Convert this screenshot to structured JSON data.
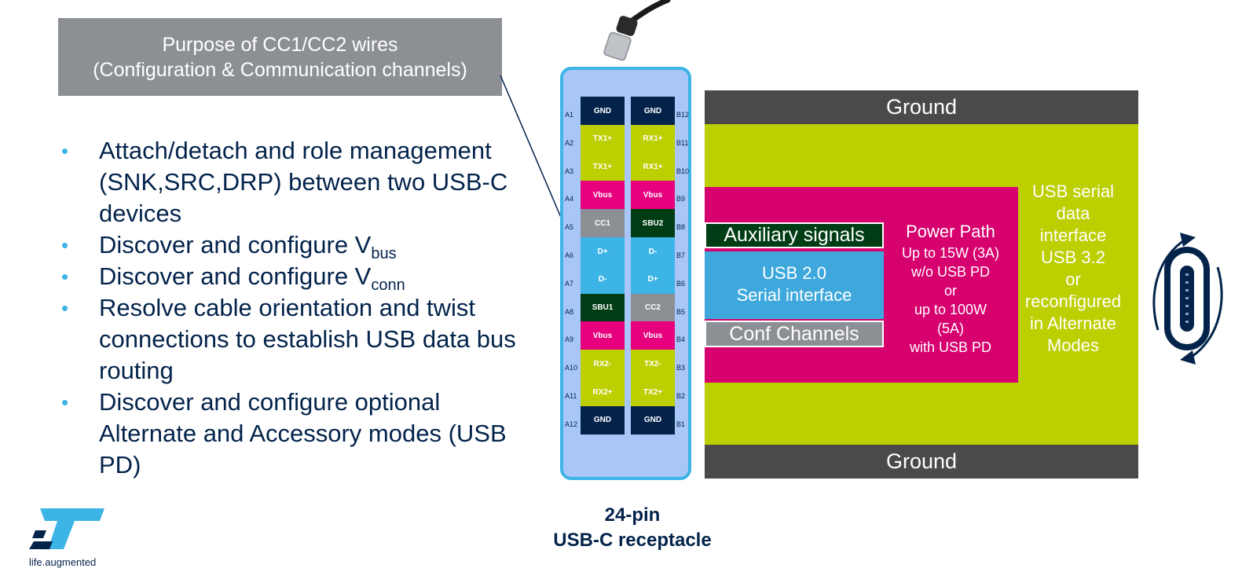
{
  "title_box": {
    "line1": "Purpose of CC1/CC2 wires",
    "line2": "(Configuration & Communication channels)"
  },
  "bullets": [
    {
      "text": "Attach/detach and role management (SNK,SRC,DRP) between two USB-C devices"
    },
    {
      "text": "Discover and configure V",
      "sub": "bus"
    },
    {
      "text": "Discover and configure V",
      "sub": "conn"
    },
    {
      "text": "Resolve cable orientation and twist connections to establish USB data bus routing"
    },
    {
      "text": "Discover and configure optional Alternate and Accessory modes (USB PD)"
    }
  ],
  "receptacle": {
    "left_labels": [
      "A1",
      "A2",
      "A3",
      "A4",
      "A5",
      "A6",
      "A7",
      "A8",
      "A9",
      "A10",
      "A11",
      "A12"
    ],
    "right_labels": [
      "B12",
      "B11",
      "B10",
      "B9",
      "B8",
      "B7",
      "B6",
      "B5",
      "B4",
      "B3",
      "B2",
      "B1"
    ],
    "left_pins": [
      "GND",
      "TX1+",
      "TX1+",
      "Vbus",
      "CC1",
      "D+",
      "D-",
      "SBU1",
      "Vbus",
      "RX2-",
      "RX2+",
      "GND"
    ],
    "right_pins": [
      "GND",
      "RX1+",
      "RX1+",
      "Vbus",
      "SBU2",
      "D-",
      "D+",
      "CC2",
      "Vbus",
      "TX2-",
      "TX2+",
      "GND"
    ],
    "caption_line1": "24-pin",
    "caption_line2": "USB-C receptacle"
  },
  "blocks": {
    "ground_top": "Ground",
    "ground_bottom": "Ground",
    "auxiliary": "Auxiliary signals",
    "usb20_line1": "USB 2.0",
    "usb20_line2": "Serial interface",
    "conf_channels": "Conf Channels",
    "power_path": [
      "Power Path",
      "Up to 15W (3A)",
      "w/o USB PD",
      "or",
      "up to 100W",
      "(5A)",
      "with USB PD"
    ],
    "usb_serial": [
      "USB serial",
      "data",
      "interface",
      "USB 3.2",
      "or",
      "reconfigured",
      "in Alternate",
      "Modes"
    ]
  },
  "logo": {
    "mark": "ST",
    "tagline": "life.augmented"
  },
  "colors": {
    "navy": "#03234b",
    "lime": "#bccf00",
    "magenta": "#e6007e",
    "light_blue": "#3cb4e6",
    "gray": "#8c8f94",
    "dark_green": "#003d14",
    "ground": "#4a4a4a"
  }
}
